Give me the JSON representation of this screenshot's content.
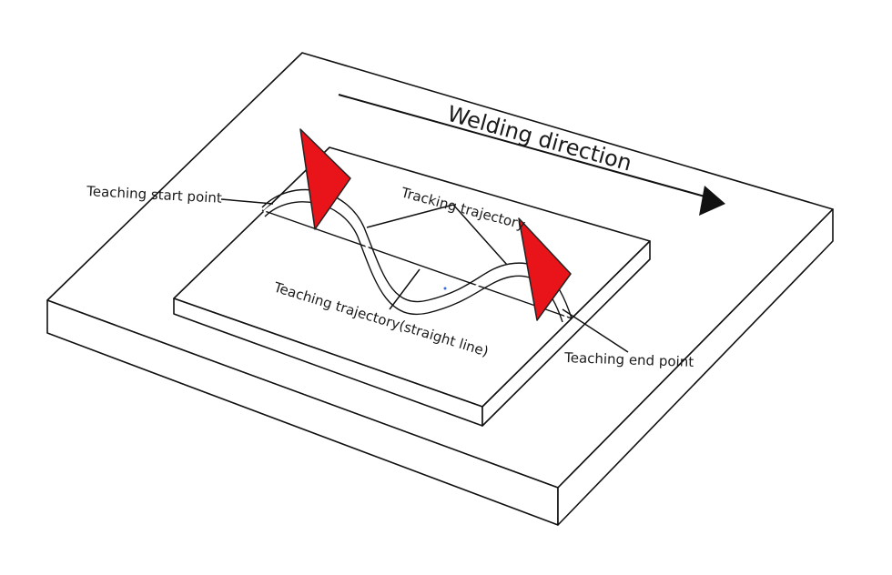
{
  "diagram": {
    "labels": {
      "welding_direction": "Welding direction",
      "teaching_start_point": "Teaching start point",
      "tracking_trajectory": "Tracking trajectory",
      "teaching_trajectory": "Teaching trajectory(straight line)",
      "teaching_end_point": "Teaching end point"
    },
    "colors": {
      "flag": "#e8141a",
      "line": "#111111",
      "background": "#ffffff"
    }
  }
}
